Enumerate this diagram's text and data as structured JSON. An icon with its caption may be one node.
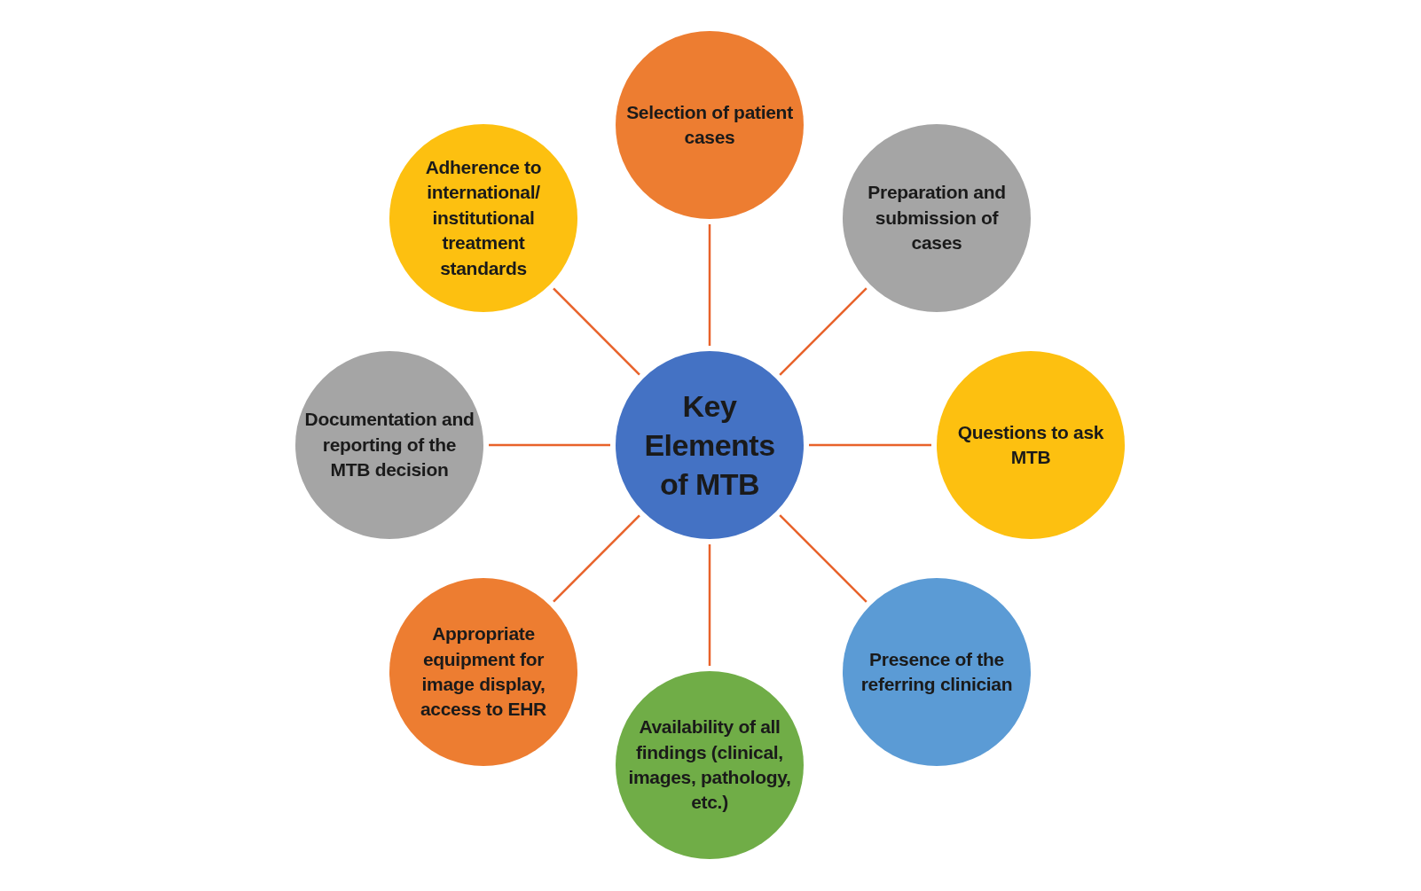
{
  "diagram": {
    "nodes": [
      {
        "text": [
          "Key Elements of MTB"
        ]
      },
      {
        "text": [
          "Selection of patient cases"
        ]
      },
      {
        "text": [
          "Preparation and submission of cases"
        ]
      },
      {
        "text": [
          "Questions to ask MTB"
        ]
      },
      {
        "text": [
          "Presence of the referring clinician"
        ]
      },
      {
        "text": [
          "Availability of all findings (clinical, images, pathology, etc.)"
        ]
      },
      {
        "text": [
          "Appropriate equipment for image display, access to EHR"
        ]
      },
      {
        "text": [
          "Documentation and reporting of the MTB decision"
        ]
      },
      {
        "text": [
          "Adherence to international/ institutional treatment standards"
        ]
      }
    ],
    "edges": [
      {
        "from": 0,
        "to": 1,
        "arrow": "none"
      },
      {
        "from": 0,
        "to": 2,
        "arrow": "none"
      },
      {
        "from": 0,
        "to": 3,
        "arrow": "none"
      },
      {
        "from": 0,
        "to": 4,
        "arrow": "none"
      },
      {
        "from": 0,
        "to": 5,
        "arrow": "none"
      },
      {
        "from": 0,
        "to": 6,
        "arrow": "none"
      },
      {
        "from": 0,
        "to": 7,
        "arrow": "none"
      },
      {
        "from": 0,
        "to": 8,
        "arrow": "none"
      }
    ]
  }
}
